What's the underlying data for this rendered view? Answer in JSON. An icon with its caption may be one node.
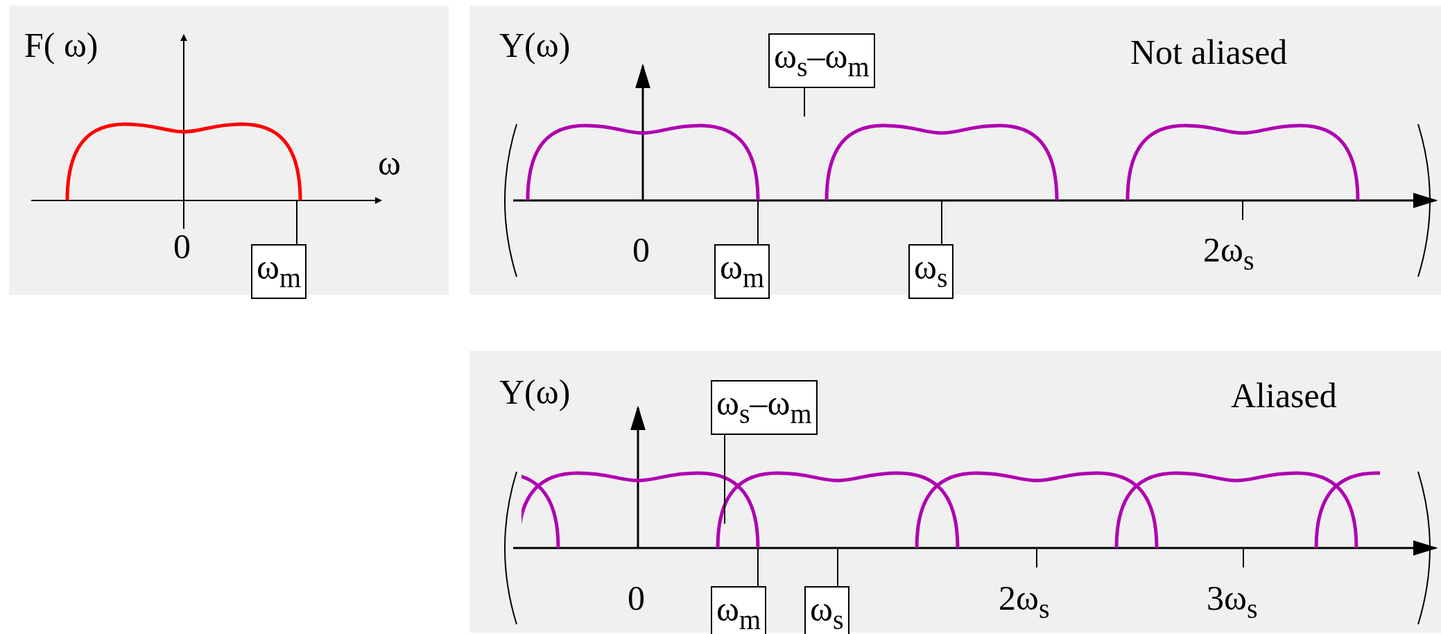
{
  "diagram": {
    "nodes": [
      {
        "text": [
          "ω$_{m}$"
        ]
      },
      {
        "text": [
          "ω$_{s}$–ω$_{m}$"
        ]
      },
      {
        "text": [
          "ω$_{m}$"
        ]
      },
      {
        "text": [
          "ω$_{s}$"
        ]
      },
      {
        "text": [
          "ω$_{s}$–ω$_{m}$"
        ]
      },
      {
        "text": [
          "ω$_{m}$"
        ]
      },
      {
        "text": [
          "ω$_{s}$"
        ]
      },
      {
        "text": [],
        "shape": "bar"
      },
      {
        "text": [],
        "shape": "bar"
      },
      {
        "text": [],
        "shape": "bar"
      },
      {
        "text": [],
        "shape": "bar"
      },
      {
        "text": [],
        "shape": "bar"
      }
    ],
    "edges": [
      {
        "from": 0,
        "to": 7,
        "arrow": "none"
      },
      {
        "from": 1,
        "to": null,
        "arrow": "none"
      },
      {
        "from": 2,
        "to": 8,
        "arrow": "none"
      },
      {
        "from": 3,
        "to": 9,
        "arrow": "none"
      },
      {
        "from": 4,
        "to": null,
        "arrow": "none"
      },
      {
        "from": 5,
        "to": 10,
        "arrow": "none"
      },
      {
        "from": 6,
        "to": 11,
        "arrow": "none"
      }
    ],
    "labels": [
      "F( ω)",
      "ω",
      "0",
      "Y(ω)",
      "Not aliased",
      "0",
      "2ω$_{s}$",
      "Y(ω)",
      "Aliased",
      "0",
      "2ω$_{s}$",
      "3ω$_{s}$"
    ]
  }
}
